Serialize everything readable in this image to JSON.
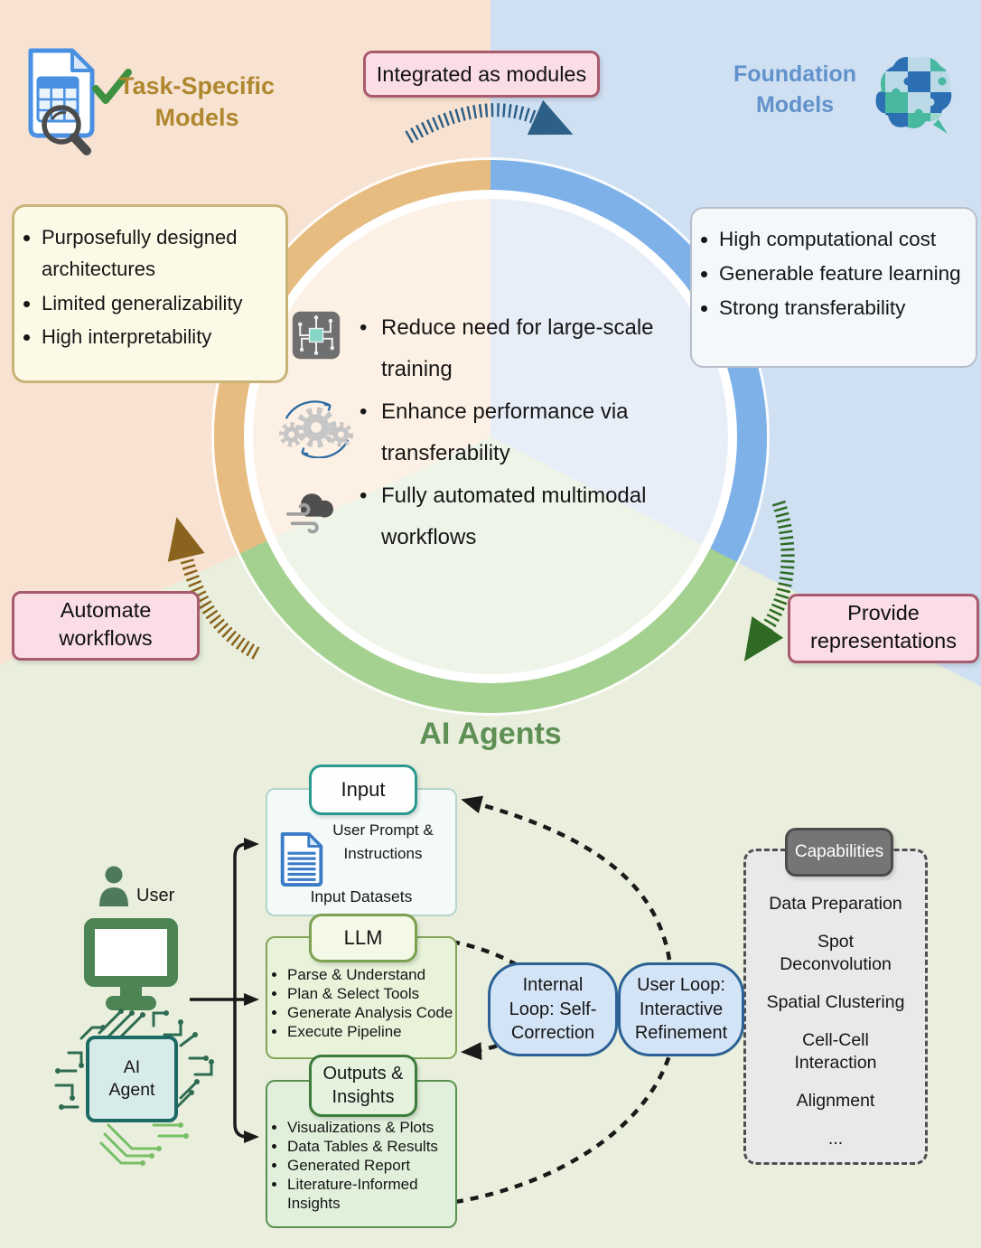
{
  "task_specific": {
    "title": "Task-Specific\nModels",
    "icon": "document-table-check-magnifier-icon",
    "points": [
      "Purposefully designed architectures",
      "Limited generalizability",
      "High interpretability"
    ]
  },
  "foundation": {
    "title": "Foundation\nModels",
    "icon": "puzzle-brain-icon",
    "points": [
      "High computational cost",
      "Generable feature learning",
      "Strong transferability"
    ]
  },
  "connections": {
    "integrated": "Integrated as modules",
    "automate": "Automate\nworkflows",
    "provide": "Provide\nrepresentations"
  },
  "center": {
    "points": [
      {
        "icon": "chip-icon",
        "text": "Reduce need for large-scale training"
      },
      {
        "icon": "gears-icon",
        "text": "Enhance performance via transferability"
      },
      {
        "icon": "cloud-icon",
        "text": "Fully automated multimodal workflows"
      }
    ]
  },
  "agents": {
    "title": "AI Agents",
    "user_label": "User",
    "ai_agent_label": "AI\nAgent",
    "input": {
      "tab": "Input",
      "prompt": "User Prompt &\nInstructions",
      "datasets": "Input Datasets",
      "icon": "document-icon"
    },
    "llm": {
      "tab": "LLM",
      "points": [
        "Parse & Understand",
        "Plan & Select Tools",
        "Generate Analysis Code",
        "Execute Pipeline"
      ]
    },
    "outputs": {
      "tab": "Outputs &\nInsights",
      "points": [
        "Visualizations & Plots",
        "Data Tables & Results",
        "Generated Report",
        "Literature-Informed Insights"
      ]
    },
    "internal_loop": "Internal\nLoop: Self-\nCorrection",
    "user_loop": "User Loop:\nInteractive\nRefinement",
    "capabilities": {
      "tab": "Capabilities",
      "items": [
        "Data Preparation",
        "Spot\nDeconvolution",
        "Spatial Clustering",
        "Cell-Cell\nInteraction",
        "Alignment",
        "..."
      ]
    }
  },
  "colors": {
    "bg_task": "#f8e3d2",
    "bg_foundation": "#cfe0f2",
    "bg_agents": "#e9efdc",
    "ring_orange": "#e7bc81",
    "ring_blue": "#7eb1e8",
    "ring_green": "#a5d190",
    "banner_pink": "#fadde5",
    "banner_border": "#a85b6e",
    "task_title": "#ae872e",
    "foundation_title": "#6292cb",
    "agents_title": "#5e8f54",
    "pill_fill": "#d3e4f6",
    "pill_border": "#2c6195",
    "arrow_blue": "#2e6087",
    "arrow_brown": "#8a641f",
    "arrow_green": "#2f6b24"
  }
}
